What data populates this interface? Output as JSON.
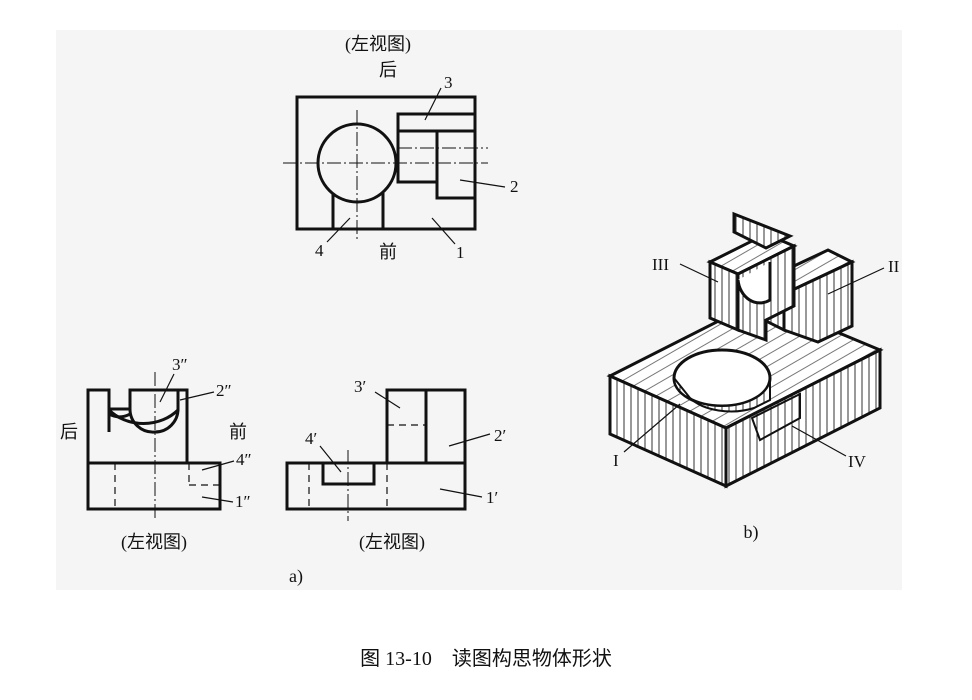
{
  "top_view": {
    "caption": "(左视图)",
    "rear_label": "后",
    "front_label": "前",
    "labels": {
      "n1": "1",
      "n2": "2",
      "n3": "3",
      "n4": "4"
    }
  },
  "front_view": {
    "caption": "(左视图)",
    "labels": {
      "n1": "1′",
      "n2": "2′",
      "n3": "3′",
      "n4": "4′"
    }
  },
  "side_view": {
    "caption": "(左视图)",
    "rear_label": "后",
    "front_label": "前",
    "labels": {
      "n1": "1″",
      "n2": "2″",
      "n3": "3″",
      "n4": "4″"
    }
  },
  "panel_a_label": "a)",
  "panel_b_label": "b)",
  "iso_labels": {
    "I": "I",
    "II": "II",
    "III": "III",
    "IV": "IV"
  },
  "figure_caption": "图 13-10　读图构思物体形状"
}
